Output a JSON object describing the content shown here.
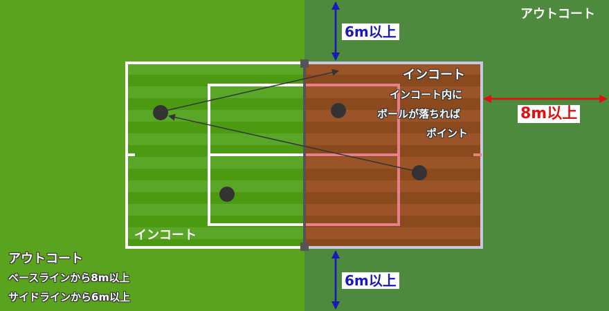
{
  "labels": {
    "out_court_right": "アウトコート",
    "in_court_right": "インコート",
    "in_court_desc_1": "インコート内に",
    "in_court_desc_2": "ボールが落ちれば",
    "in_court_desc_3": "ポイント",
    "in_court_left": "インコート",
    "out_court_left": "アウトコート",
    "baseline_rule": "ベースラインから8m以上",
    "sideline_rule": "サイドラインから6m以上",
    "gap_top": "6m以上",
    "gap_bottom": "6m以上",
    "gap_right": "8m以上"
  },
  "colors": {
    "left_field": "#5aa31e",
    "right_field": "#4e8a3e",
    "left_court_stripe_a": "#4b9a12",
    "left_court_stripe_b": "#5aa727",
    "right_court_a": "#8b4a1e",
    "right_court_b": "#9a5428",
    "right_lines": "#e8808a",
    "left_lines": "#ffffff",
    "net": "#555555",
    "arrow_blue": "#1a1ab8",
    "arrow_red": "#e01010",
    "ball": "#333333"
  }
}
